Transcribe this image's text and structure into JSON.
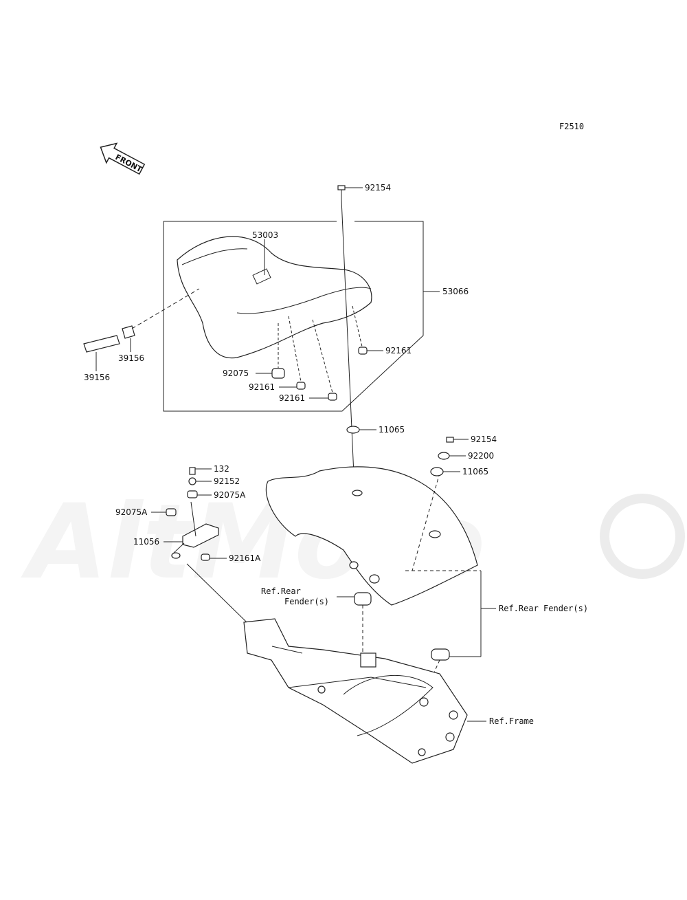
{
  "figure_code": "F2510",
  "front_label": "FRONT",
  "watermark_text": "AltMoto",
  "parts": [
    {
      "id": "p92154a",
      "text": "92154"
    },
    {
      "id": "p53003",
      "text": "53003"
    },
    {
      "id": "p53066",
      "text": "53066"
    },
    {
      "id": "p92161a",
      "text": "92161"
    },
    {
      "id": "p39156a",
      "text": "39156"
    },
    {
      "id": "p39156b",
      "text": "39156"
    },
    {
      "id": "p92075",
      "text": "92075"
    },
    {
      "id": "p92161b",
      "text": "92161"
    },
    {
      "id": "p92161c",
      "text": "92161"
    },
    {
      "id": "p11065a",
      "text": "11065"
    },
    {
      "id": "p92154b",
      "text": "92154"
    },
    {
      "id": "p92200",
      "text": "92200"
    },
    {
      "id": "p11065b",
      "text": "11065"
    },
    {
      "id": "p132",
      "text": "132"
    },
    {
      "id": "p92152",
      "text": "92152"
    },
    {
      "id": "p92075A_r",
      "text": "92075A"
    },
    {
      "id": "p92075A_l",
      "text": "92075A"
    },
    {
      "id": "p11056",
      "text": "11056"
    },
    {
      "id": "p92161A",
      "text": "92161A"
    }
  ],
  "refs": {
    "rear_fender_left_1": "Ref.Rear",
    "rear_fender_left_2": "Fender(s)",
    "rear_fender_right": "Ref.Rear Fender(s)",
    "frame": "Ref.Frame"
  }
}
